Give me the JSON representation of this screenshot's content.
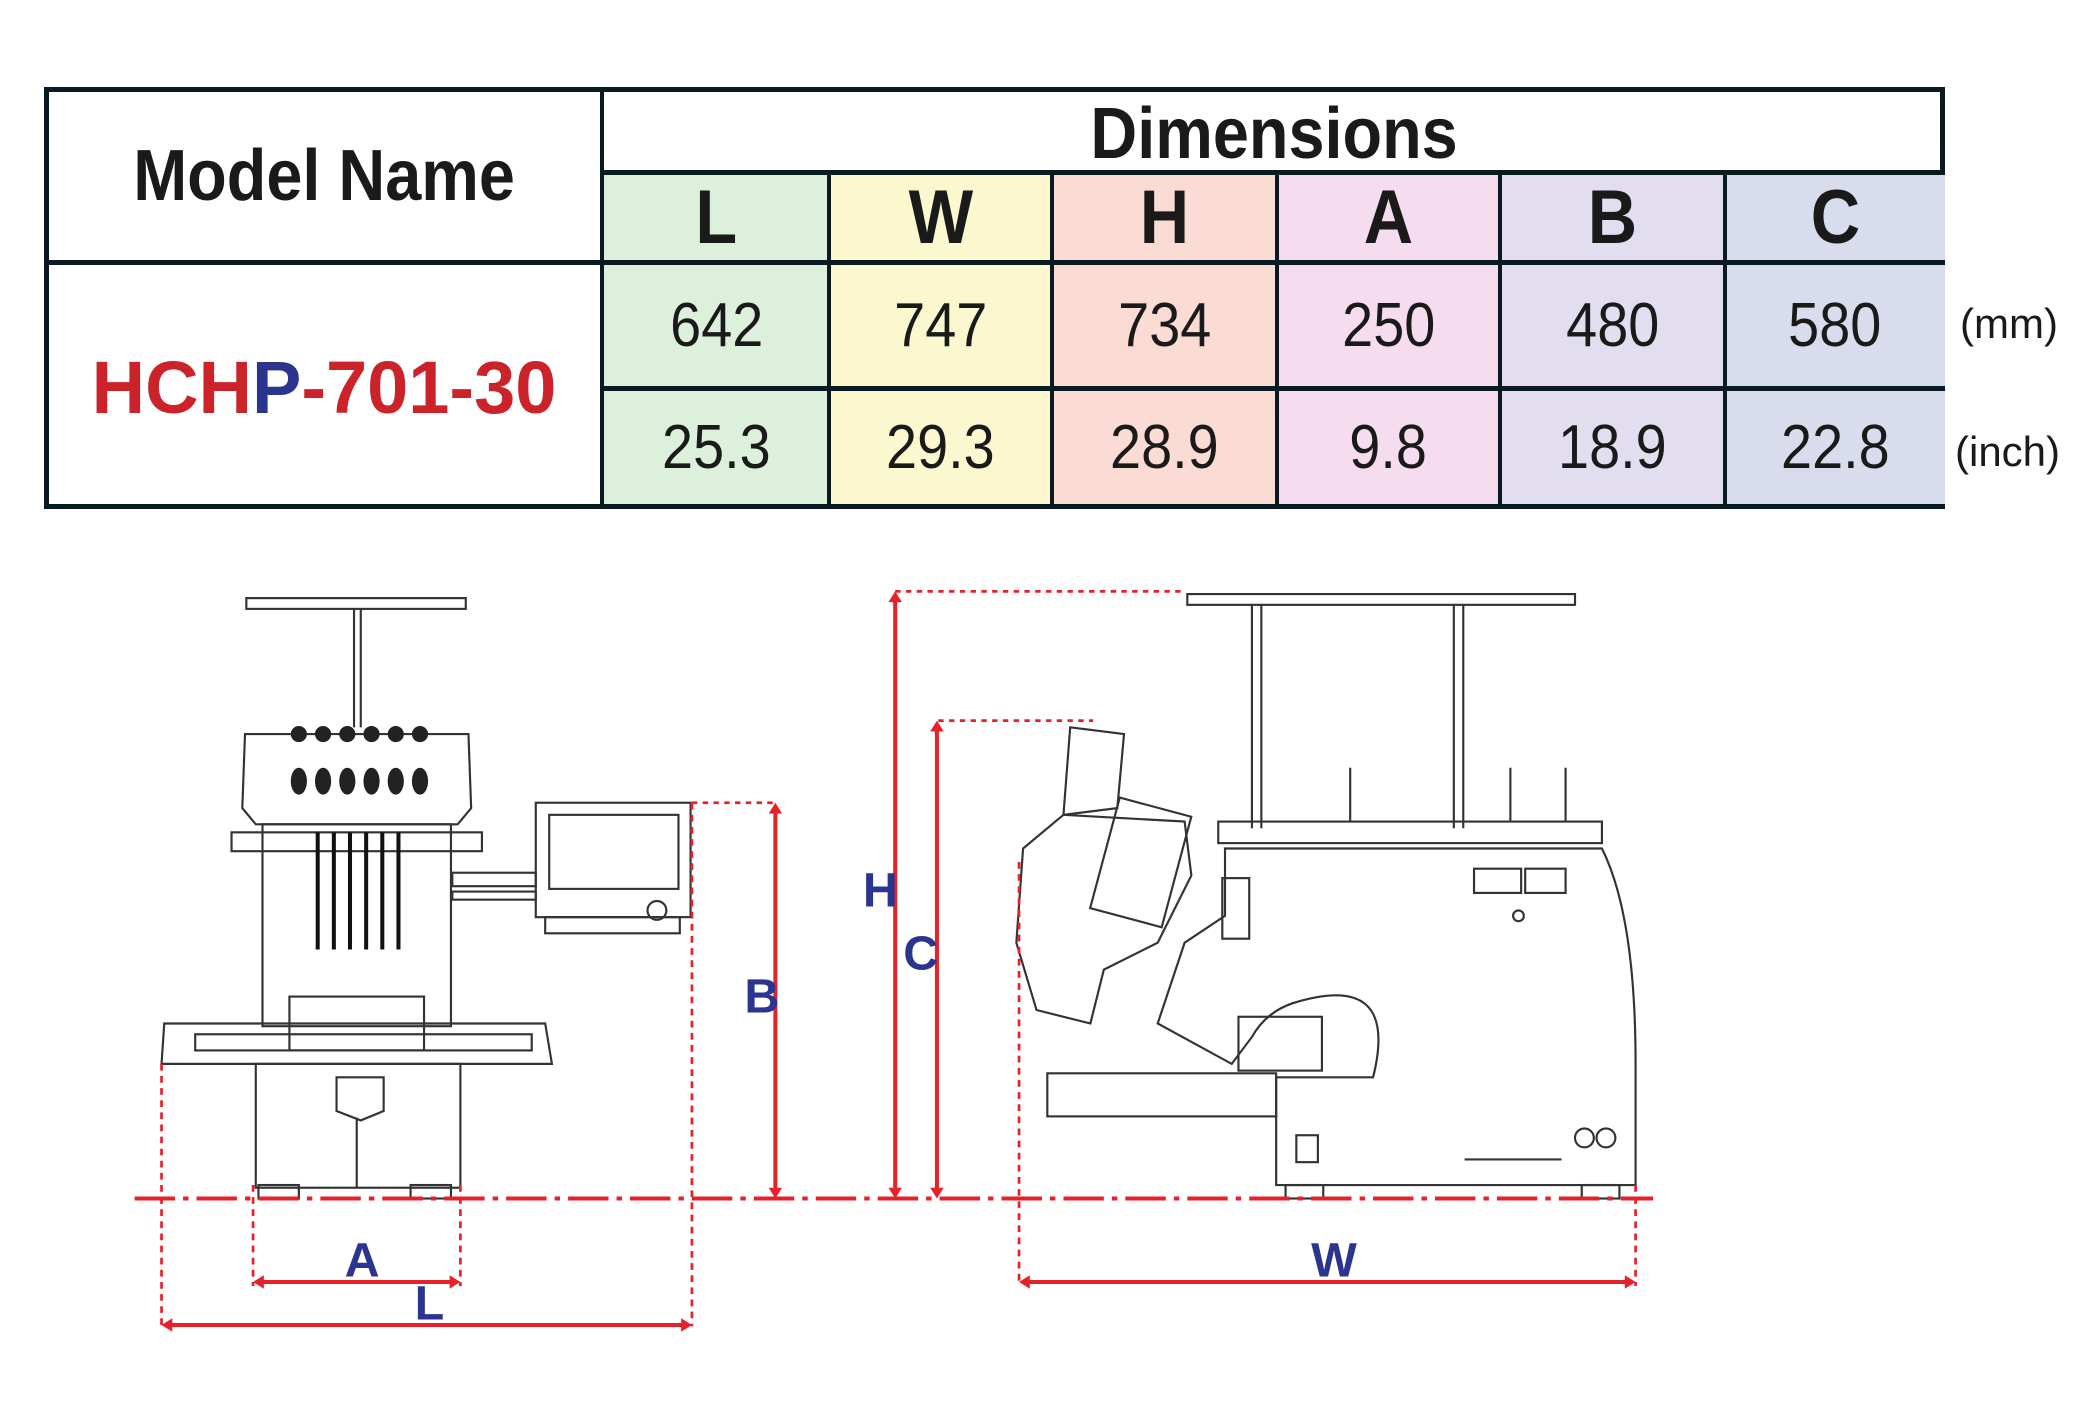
{
  "table": {
    "model_header": "Model Name",
    "dimensions_header": "Dimensions",
    "columns": [
      {
        "label": "L",
        "color": "#dcf0dc",
        "mm": "642",
        "inch": "25.3"
      },
      {
        "label": "W",
        "color": "#fbf8d0",
        "mm": "747",
        "inch": "29.3"
      },
      {
        "label": "H",
        "color": "#fadcd4",
        "mm": "734",
        "inch": "28.9"
      },
      {
        "label": "A",
        "color": "#f5dcee",
        "mm": "250",
        "inch": "9.8"
      },
      {
        "label": "B",
        "color": "#e2ddef",
        "mm": "480",
        "inch": "18.9"
      },
      {
        "label": "C",
        "color": "#d8dcec",
        "mm": "580",
        "inch": "22.8"
      }
    ],
    "model": {
      "part1": "HCH",
      "part2": "P",
      "part3": "-701-30"
    },
    "unit_mm": "(mm)",
    "unit_inch": "(inch)"
  },
  "diagram": {
    "labels": {
      "A": "A",
      "L": "L",
      "B": "B",
      "H": "H",
      "C": "C",
      "W": "W"
    },
    "dim_color": "#e8202a",
    "label_color": "#2b3590"
  }
}
